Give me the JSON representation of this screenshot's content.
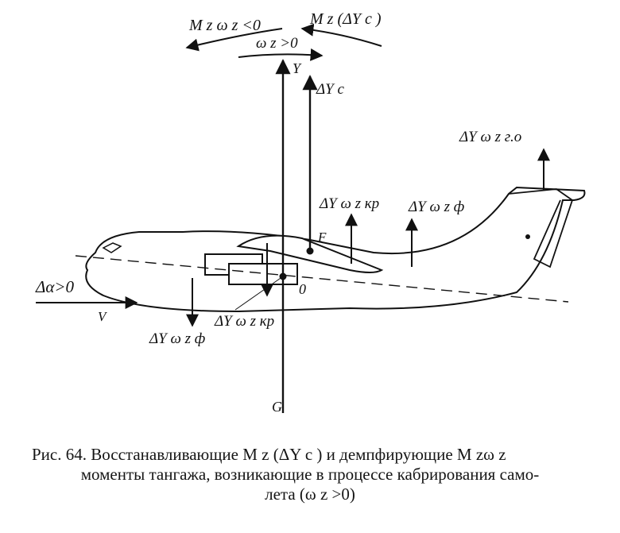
{
  "figure": {
    "labels": {
      "mz_omega_neg": "M z ω z <0",
      "mz_dyc": "M z (ΔY c )",
      "omega_pos_top": "ω z >0",
      "y_axis": "Y",
      "dyc": "ΔY c",
      "dy_tail": "ΔY ω z г.о",
      "dy_wing_up": "ΔY ω z кр",
      "dy_fus_up": "ΔY ω z ф",
      "point_f": "F",
      "point_o": "0",
      "dalpha": "Δα>0",
      "v_label": "V",
      "dy_fus_down": "ΔY ω z ф",
      "dy_wing_down": "ΔY ω z кр",
      "g_label": "G"
    }
  },
  "caption": {
    "line1": "Рис. 64. Восстанавливающие  M z (ΔY c )  и демпфирующие  M zω z",
    "line2": "моменты тангажа, возникающие в процессе кабрирования само-",
    "line3": "лета  (ω z >0)"
  }
}
